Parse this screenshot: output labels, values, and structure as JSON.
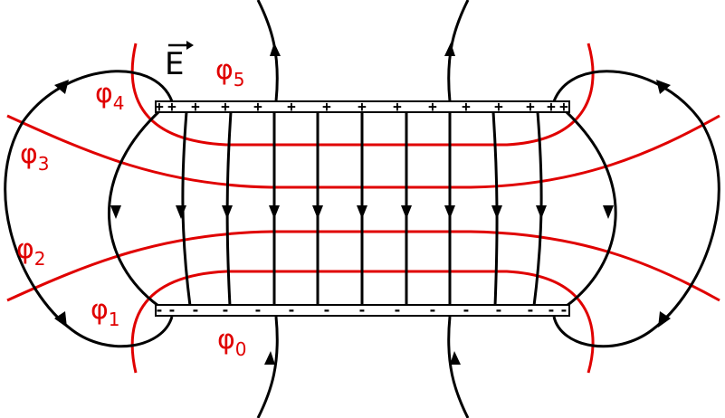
{
  "field_label": "E",
  "phi_symbol": "φ",
  "potential_labels": [
    {
      "sub": "0",
      "color": "#e00000"
    },
    {
      "sub": "1",
      "color": "#e00000"
    },
    {
      "sub": "2",
      "color": "#e00000"
    },
    {
      "sub": "3",
      "color": "#e00000"
    },
    {
      "sub": "4",
      "color": "#e00000"
    },
    {
      "sub": "5",
      "color": "#e00000"
    }
  ],
  "top_plate": {
    "sign": "+",
    "count": 14
  },
  "bottom_plate": {
    "sign": "-",
    "count": 14
  },
  "colors": {
    "field_lines": "#000000",
    "equipotential_lines": "#e00000",
    "background": "#ffffff"
  }
}
